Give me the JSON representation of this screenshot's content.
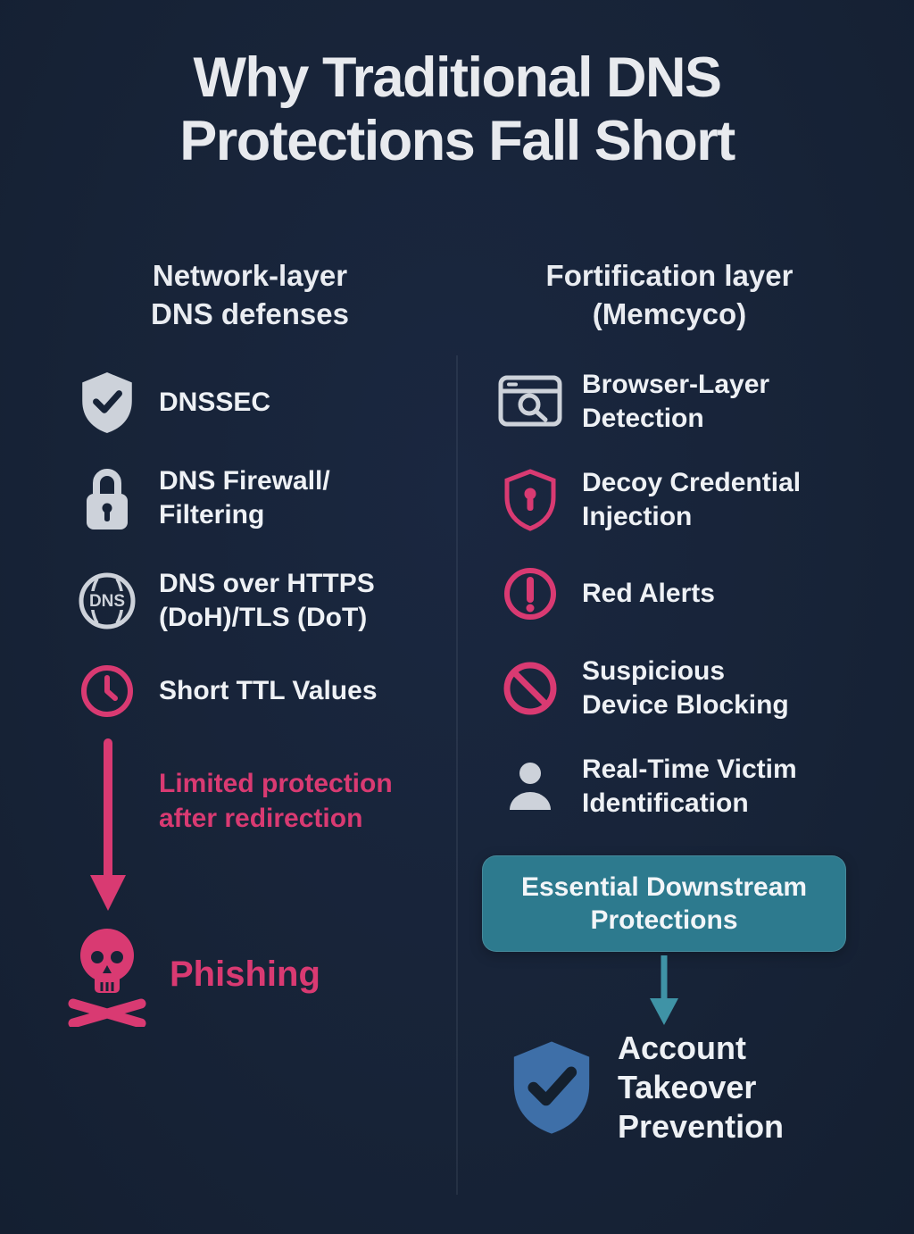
{
  "page": {
    "title": "Why Traditional DNS\nProtections Fall Short"
  },
  "left": {
    "header": "Network-layer\nDNS defenses",
    "items": [
      {
        "icon": "shield-check-icon",
        "label": "DNSSEC"
      },
      {
        "icon": "padlock-icon",
        "label": "DNS Firewall/\nFiltering"
      },
      {
        "icon": "dns-globe-icon",
        "label": "DNS over HTTPS\n(DoH)/TLS (DoT)"
      },
      {
        "icon": "clock-icon",
        "label": "Short TTL Values"
      }
    ],
    "note": "Limited protection\nafter redirection",
    "outcome": {
      "icon": "skull-crossbones-icon",
      "label": "Phishing"
    }
  },
  "right": {
    "header": "Fortification layer\n(Memcyco)",
    "items": [
      {
        "icon": "browser-search-icon",
        "label": "Browser-Layer\nDetection"
      },
      {
        "icon": "shield-keyhole-icon",
        "label": "Decoy Credential\nInjection"
      },
      {
        "icon": "alert-circle-icon",
        "label": "Red Alerts"
      },
      {
        "icon": "block-icon",
        "label": "Suspicious\nDevice Blocking"
      },
      {
        "icon": "person-icon",
        "label": "Real-Time Victim\nIdentification"
      }
    ],
    "box": "Essential Downstream\nProtections",
    "outcome": {
      "icon": "shield-check-blue-icon",
      "label": "Account\nTakeover\nPrevention"
    }
  },
  "colors": {
    "background": "#172337",
    "pink": "#d93a72",
    "teal": "#2d7a8e",
    "blue": "#3e6fa8",
    "text": "#e9ecf1",
    "icon_gray": "#cdd2da"
  }
}
